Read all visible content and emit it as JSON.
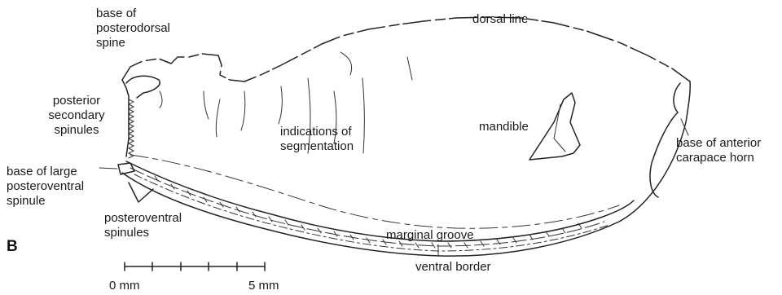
{
  "figure": {
    "panel_label": "B",
    "labels": {
      "dorsal_line": "dorsal line",
      "base_posterodorsal_spine": [
        "base of",
        "posterodorsal",
        "spine"
      ],
      "posterior_secondary_spinules": [
        "posterior",
        "secondary",
        "spinules"
      ],
      "base_large_posteroventral_spinule": [
        "base of large",
        "posteroventral",
        "spinule"
      ],
      "posteroventral_spinules": [
        "posteroventral",
        "spinules"
      ],
      "indications_of_segmentation": [
        "indications of",
        "segmentation"
      ],
      "mandible": "mandible",
      "base_anterior_carapace_horn": [
        "base of anterior",
        "carapace horn"
      ],
      "marginal_groove": "marginal groove",
      "ventral_border": "ventral border"
    },
    "scale_bar": {
      "start_label": "0 mm",
      "end_label": "5 mm"
    }
  }
}
